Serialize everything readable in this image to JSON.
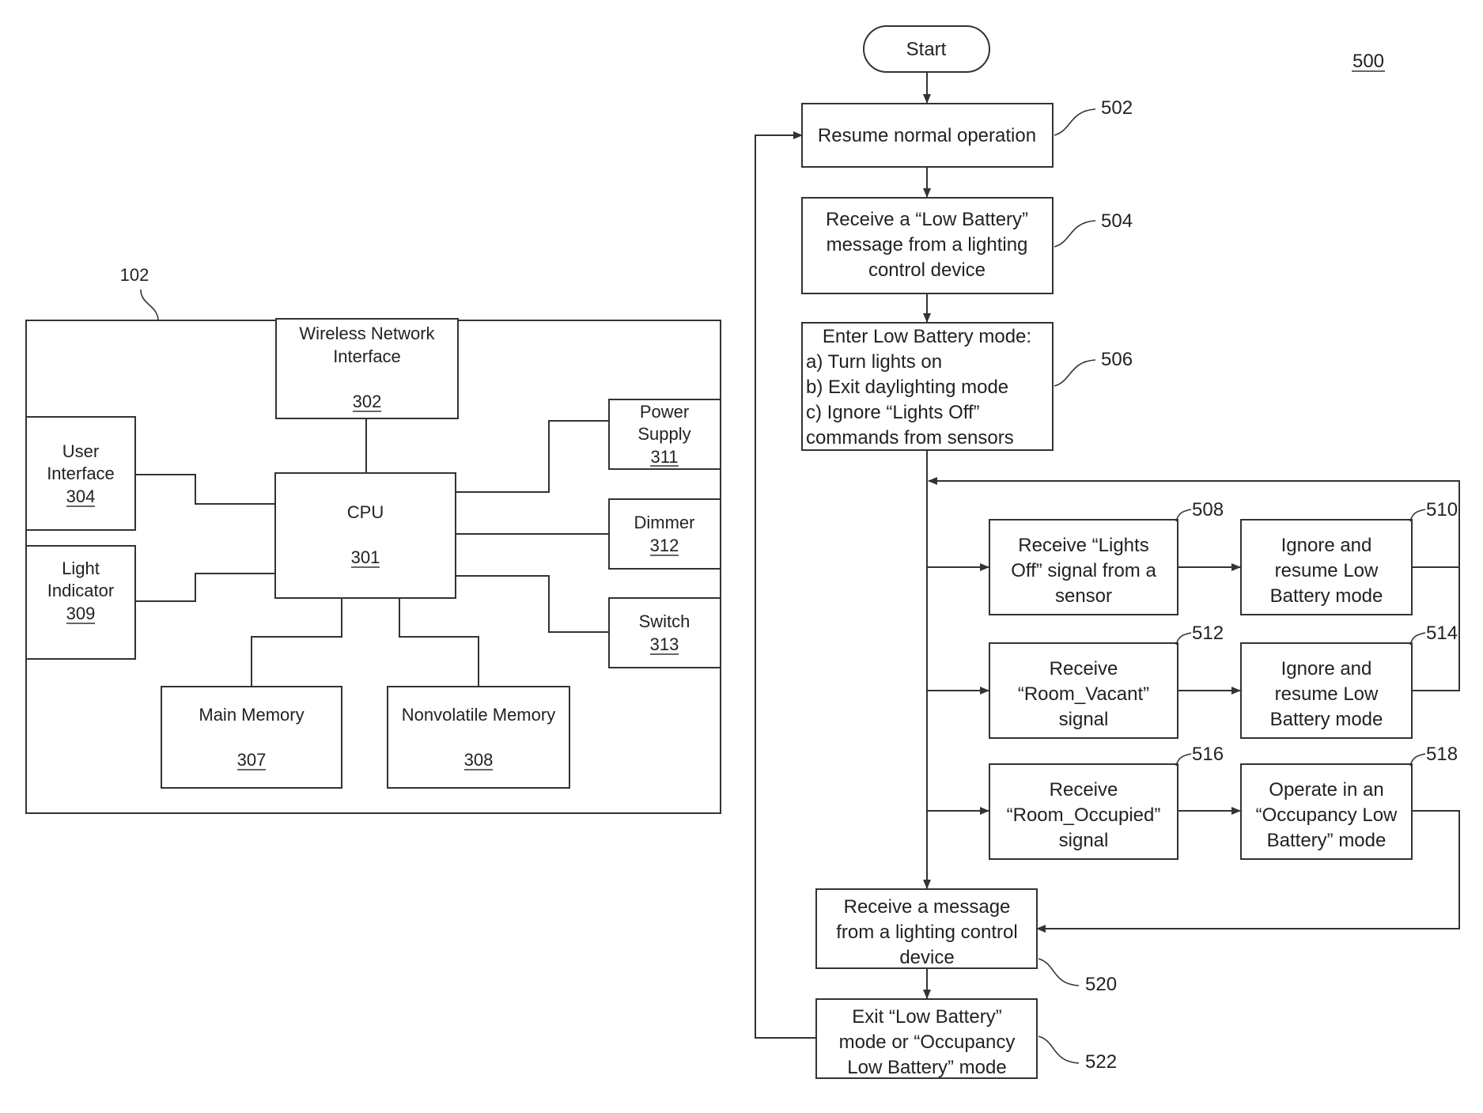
{
  "block_diagram": {
    "ref": "102",
    "wireless": {
      "line1": "Wireless Network",
      "line2": "Interface",
      "ref": "302"
    },
    "cpu": {
      "label": "CPU",
      "ref": "301"
    },
    "user_interface": {
      "line1": "User",
      "line2": "Interface",
      "ref": "304"
    },
    "light_indicator": {
      "line1": "Light",
      "line2": "Indicator",
      "ref": "309"
    },
    "power_supply": {
      "line1": "Power",
      "line2": "Supply",
      "ref": "311"
    },
    "dimmer": {
      "label": "Dimmer",
      "ref": "312"
    },
    "switch": {
      "label": "Switch",
      "ref": "313"
    },
    "main_memory": {
      "label": "Main Memory",
      "ref": "307"
    },
    "nonvolatile_memory": {
      "label": "Nonvolatile Memory",
      "ref": "308"
    }
  },
  "flowchart": {
    "ref": "500",
    "start": "Start",
    "s502": {
      "ref": "502",
      "lines": [
        "Resume normal operation"
      ]
    },
    "s504": {
      "ref": "504",
      "lines": [
        "Receive a “Low Battery”",
        "message from a lighting",
        "control device"
      ]
    },
    "s506": {
      "ref": "506",
      "lines": [
        "Enter Low Battery mode:",
        "a) Turn lights on",
        "b) Exit daylighting mode",
        "c) Ignore “Lights Off”",
        "commands from sensors"
      ]
    },
    "s508": {
      "ref": "508",
      "lines": [
        "Receive “Lights",
        "Off” signal from a",
        "sensor"
      ]
    },
    "s510": {
      "ref": "510",
      "lines": [
        "Ignore and",
        "resume Low",
        "Battery mode"
      ]
    },
    "s512": {
      "ref": "512",
      "lines": [
        "Receive",
        "“Room_Vacant”",
        "signal"
      ]
    },
    "s514": {
      "ref": "514",
      "lines": [
        "Ignore and",
        "resume Low",
        "Battery mode"
      ]
    },
    "s516": {
      "ref": "516",
      "lines": [
        "Receive",
        "“Room_Occupied”",
        "signal"
      ]
    },
    "s518": {
      "ref": "518",
      "lines": [
        "Operate in an",
        "“Occupancy Low",
        "Battery” mode"
      ]
    },
    "s520": {
      "ref": "520",
      "lines": [
        "Receive a message",
        "from a lighting control",
        "device"
      ]
    },
    "s522": {
      "ref": "522",
      "lines": [
        "Exit “Low Battery”",
        "mode or “Occupancy",
        "Low Battery” mode"
      ]
    }
  }
}
